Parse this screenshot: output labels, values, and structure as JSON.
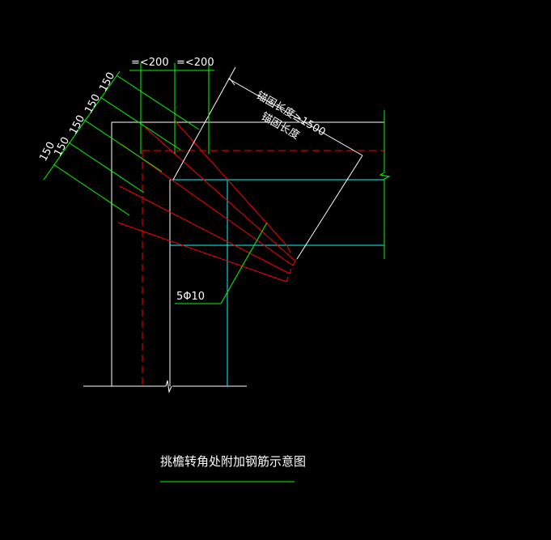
{
  "drawing": {
    "title": "挑檐转角处附加钢筋示意图",
    "rebar_label": "5Φ10",
    "anchorage_label_top": "锚固长度≥1500",
    "anchorage_label_bottom": "锚固长度",
    "spacing_label_1": "=<200",
    "spacing_label_2": "=<200",
    "dimension_150_1": "150",
    "dimension_150_2": "150",
    "dimension_150_3": "150",
    "dimension_150_4": "150",
    "dimension_150_5": "150",
    "colors": {
      "background": "#000000",
      "outline": "#ffffff",
      "dimension": "#00ff00",
      "rebar": "#ff0000",
      "inner_outline": "#00ffff"
    }
  }
}
